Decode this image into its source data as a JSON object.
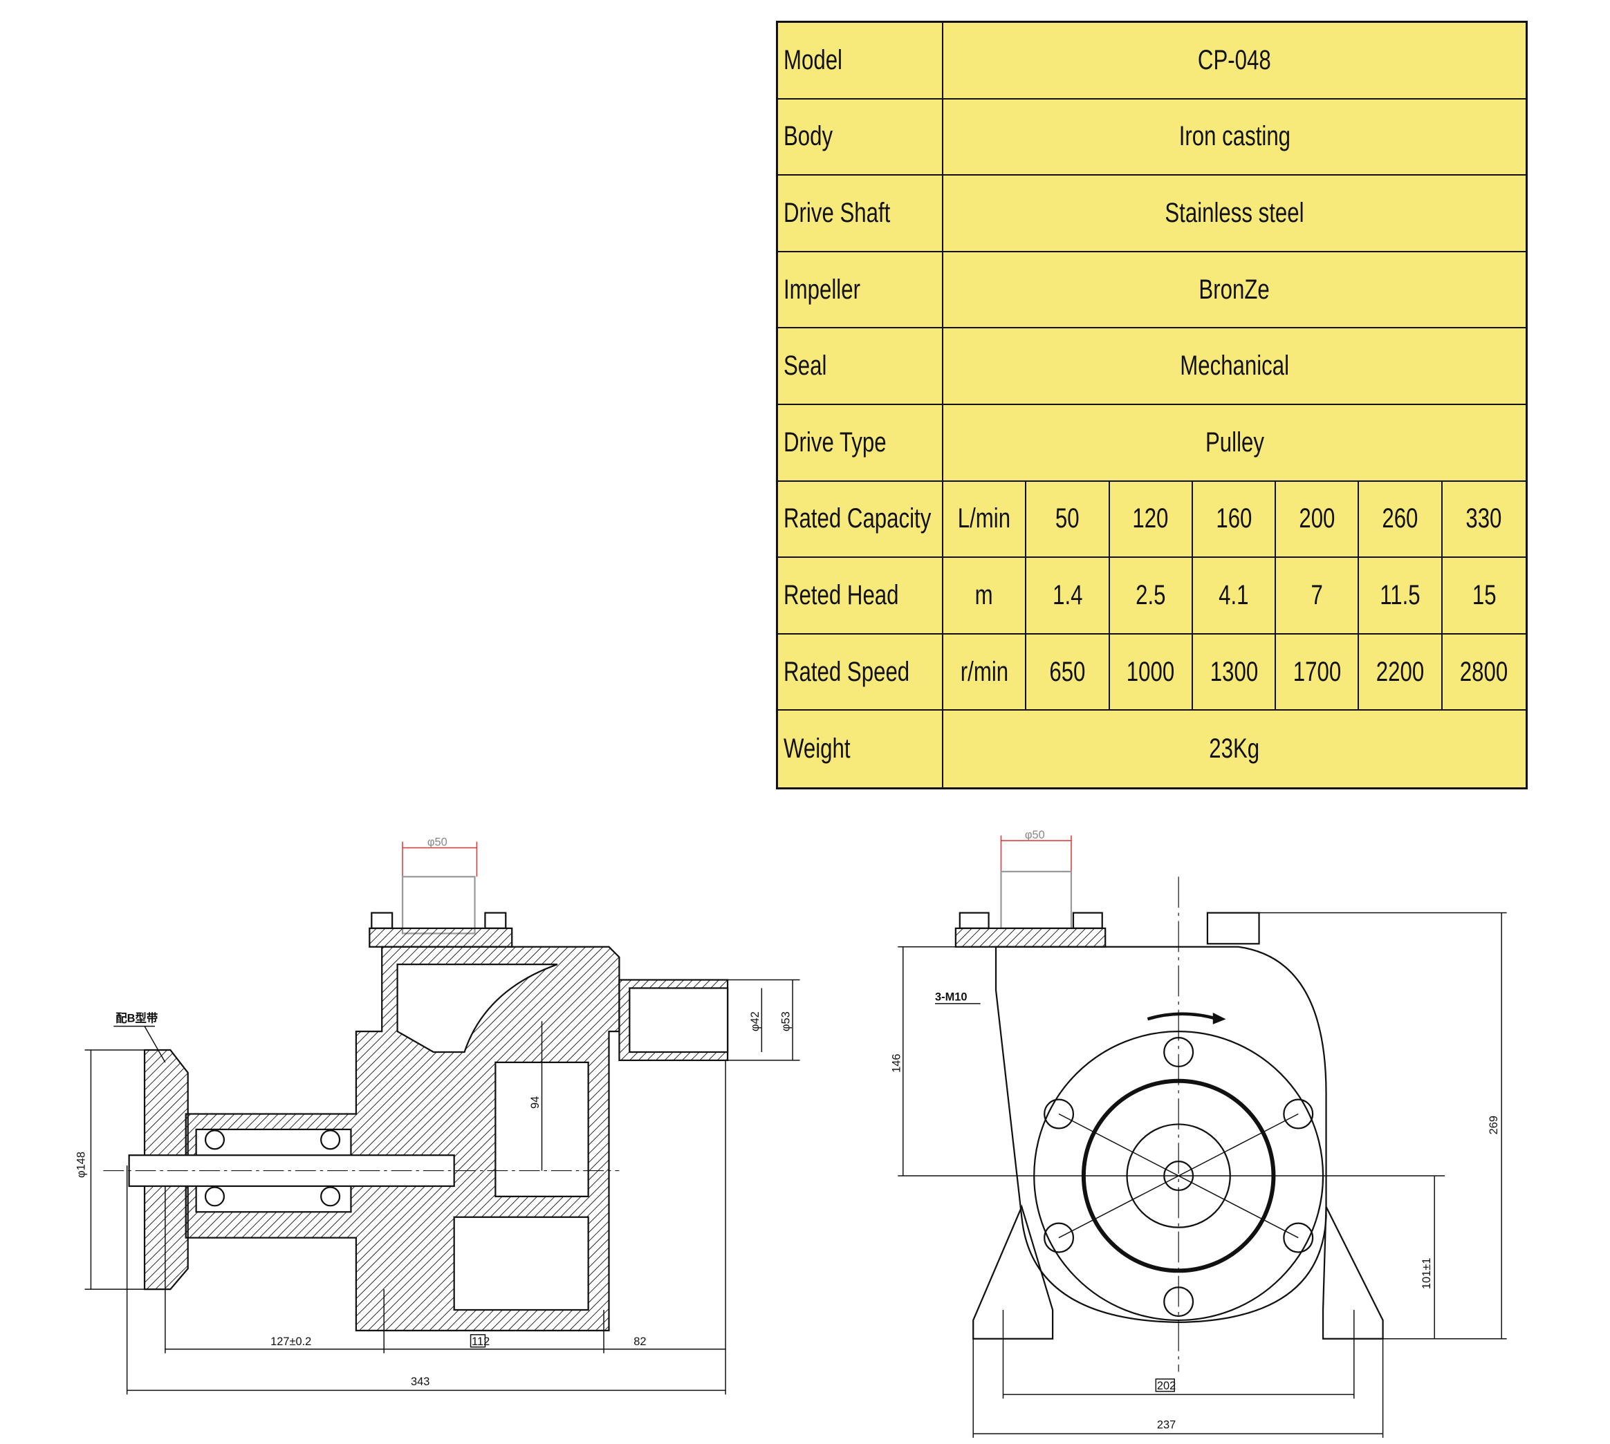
{
  "spec_table": {
    "rows": [
      {
        "label": "Model",
        "value": "CP-048"
      },
      {
        "label": "Body",
        "value": "Iron casting"
      },
      {
        "label": "Drive Shaft",
        "value": "Stainless steel"
      },
      {
        "label": "Impeller",
        "value": "BronZe"
      },
      {
        "label": "Seal",
        "value": "Mechanical"
      },
      {
        "label": "Drive Type",
        "value": "Pulley"
      }
    ],
    "performance": [
      {
        "label": "Rated Capacity",
        "unit": "L/min",
        "values": [
          "50",
          "120",
          "160",
          "200",
          "260",
          "330"
        ]
      },
      {
        "label": "Reted Head",
        "unit": "m",
        "values": [
          "1.4",
          "2.5",
          "4.1",
          "7",
          "11.5",
          "15"
        ]
      },
      {
        "label": "Rated Speed",
        "unit": "r/min",
        "values": [
          "650",
          "1000",
          "1300",
          "1700",
          "2200",
          "2800"
        ]
      }
    ],
    "weight": {
      "label": "Weight",
      "value": "23Kg"
    }
  },
  "side_view": {
    "inlet_dia": "φ50",
    "belt_note": "配B型带",
    "pulley_dia": "φ148",
    "outlet_inner": "φ42",
    "outlet_outer": "φ53",
    "outlet_height": "94",
    "dim_a": "127±0.2",
    "dim_b": "112",
    "dim_c": "82",
    "overall_length": "343"
  },
  "front_view": {
    "inlet_dia": "φ50",
    "bolts": "3-M10",
    "center_to_inlet": "146",
    "overall_height": "269",
    "center_height": "101±1",
    "foot_spacing": "202",
    "foot_width": "237"
  },
  "colors": {
    "table_bg": "#f7e97a",
    "dim_red": "#d33"
  }
}
